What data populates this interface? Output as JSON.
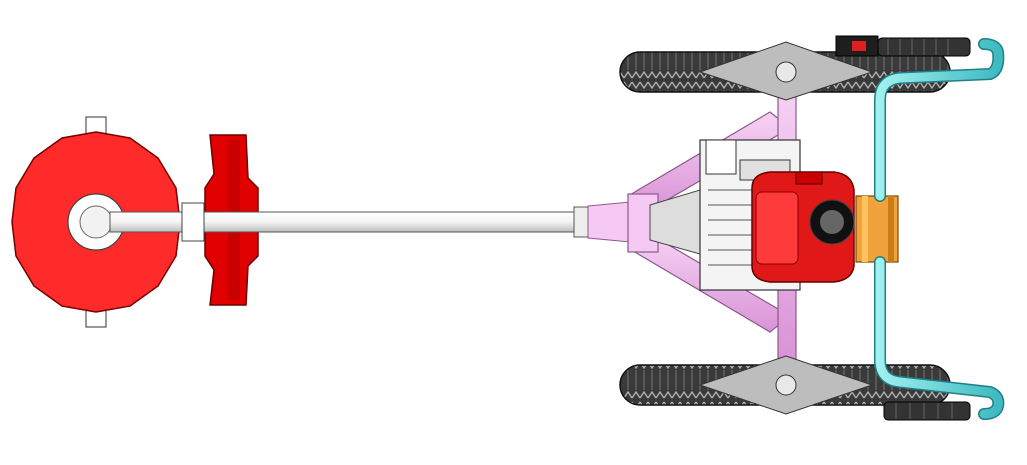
{
  "diagram": {
    "watermark_text": "",
    "colors": {
      "disc": "#ff2a2a",
      "disc_dark": "#c40000",
      "blade": "#e00000",
      "shaft": "#ffffff",
      "frame": "#f2b8f0",
      "frame_stroke": "#8a5a8a",
      "handle": "#5fd4d4",
      "handle_stroke": "#1f7f86",
      "tire": "#2a2a2a",
      "engine": "#e01818",
      "clamp": "#f2a23a",
      "grip": "#333333"
    },
    "icons": [
      "cutting-disc",
      "blade-hub",
      "drive-shaft",
      "engine",
      "wheel",
      "frame",
      "handlebar",
      "grip",
      "switch"
    ]
  }
}
